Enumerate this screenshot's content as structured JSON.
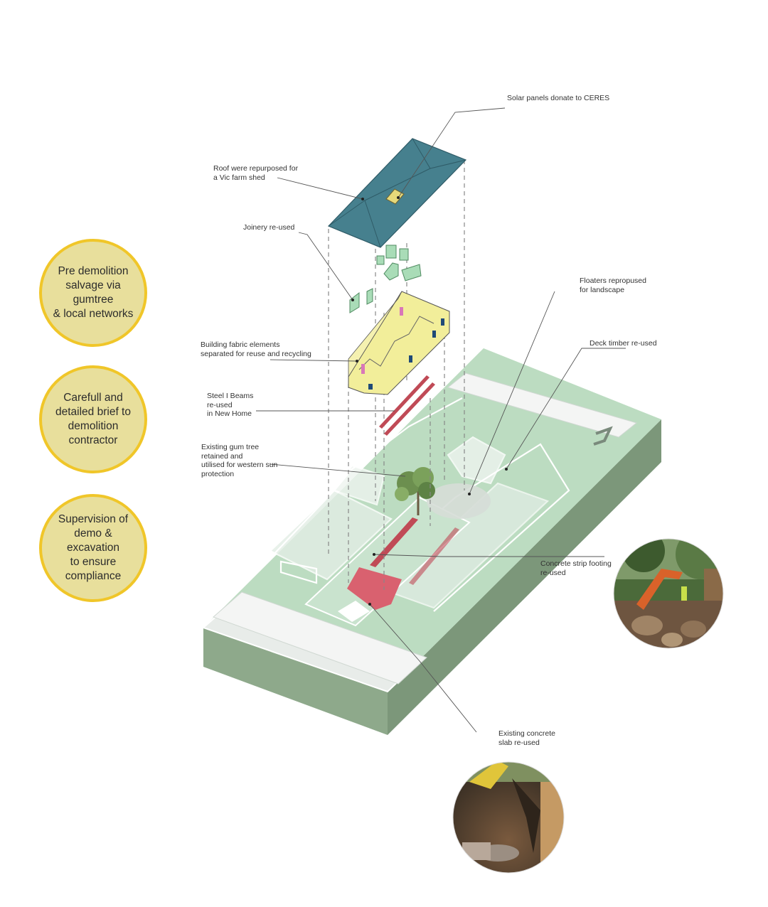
{
  "callouts": {
    "solar": "Solar panels donate to CERES",
    "roof": "Roof were repurposed for\na Vic farm shed",
    "joinery": "Joinery re-used",
    "fabric": "Building fabric elements\nseparated for reuse and recycling",
    "steel": "Steel  I Beams\nre-used\nin New Home",
    "gum": "Existing gum tree\nretained and\nutilised for western sun\nprotection",
    "floaters": "Floaters repropused\nfor landscape",
    "deck": "Deck timber re-used",
    "footing": "Concrete strip footing\nre-used",
    "slab": "Existing concrete\nslab re-used"
  },
  "principles": [
    "Pre demolition\nsalvage via gumtree\n& local networks",
    "Carefull and\ndetailed brief to\ndemolition\ncontractor",
    "Supervision of\ndemo & excavation\nto ensure\ncompliance"
  ],
  "colors": {
    "roof": "#46808e",
    "fabric": "#f2ee9a",
    "joinery": "#a9dcb7",
    "steel": "#c04a56",
    "slab": "#d9616f",
    "site": "#bcdcc1",
    "base": "#8ea98b",
    "circle_fill": "#e8df9c",
    "circle_ring": "#f0c629"
  },
  "photos": [
    "excavator-photo",
    "excavation-trench-photo"
  ]
}
